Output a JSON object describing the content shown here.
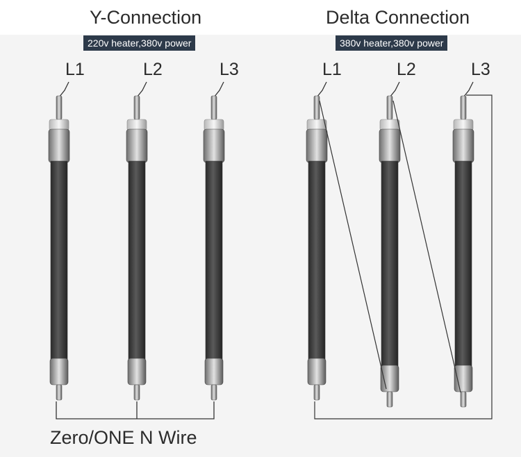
{
  "y_connection": {
    "title": "Y-Connection",
    "badge": "220v heater,380v power",
    "labels": [
      "L1",
      "L2",
      "L3"
    ],
    "footer": "Zero/ONE N Wire"
  },
  "delta_connection": {
    "title": "Delta Connection",
    "badge": "380v heater,380v power",
    "labels": [
      "L1",
      "L2",
      "L3"
    ]
  },
  "colors": {
    "background_panel": "#f4f4f4",
    "badge_bg": "#2d3a4a",
    "heater_body": "#3a3a3a",
    "wire": "#333333"
  }
}
